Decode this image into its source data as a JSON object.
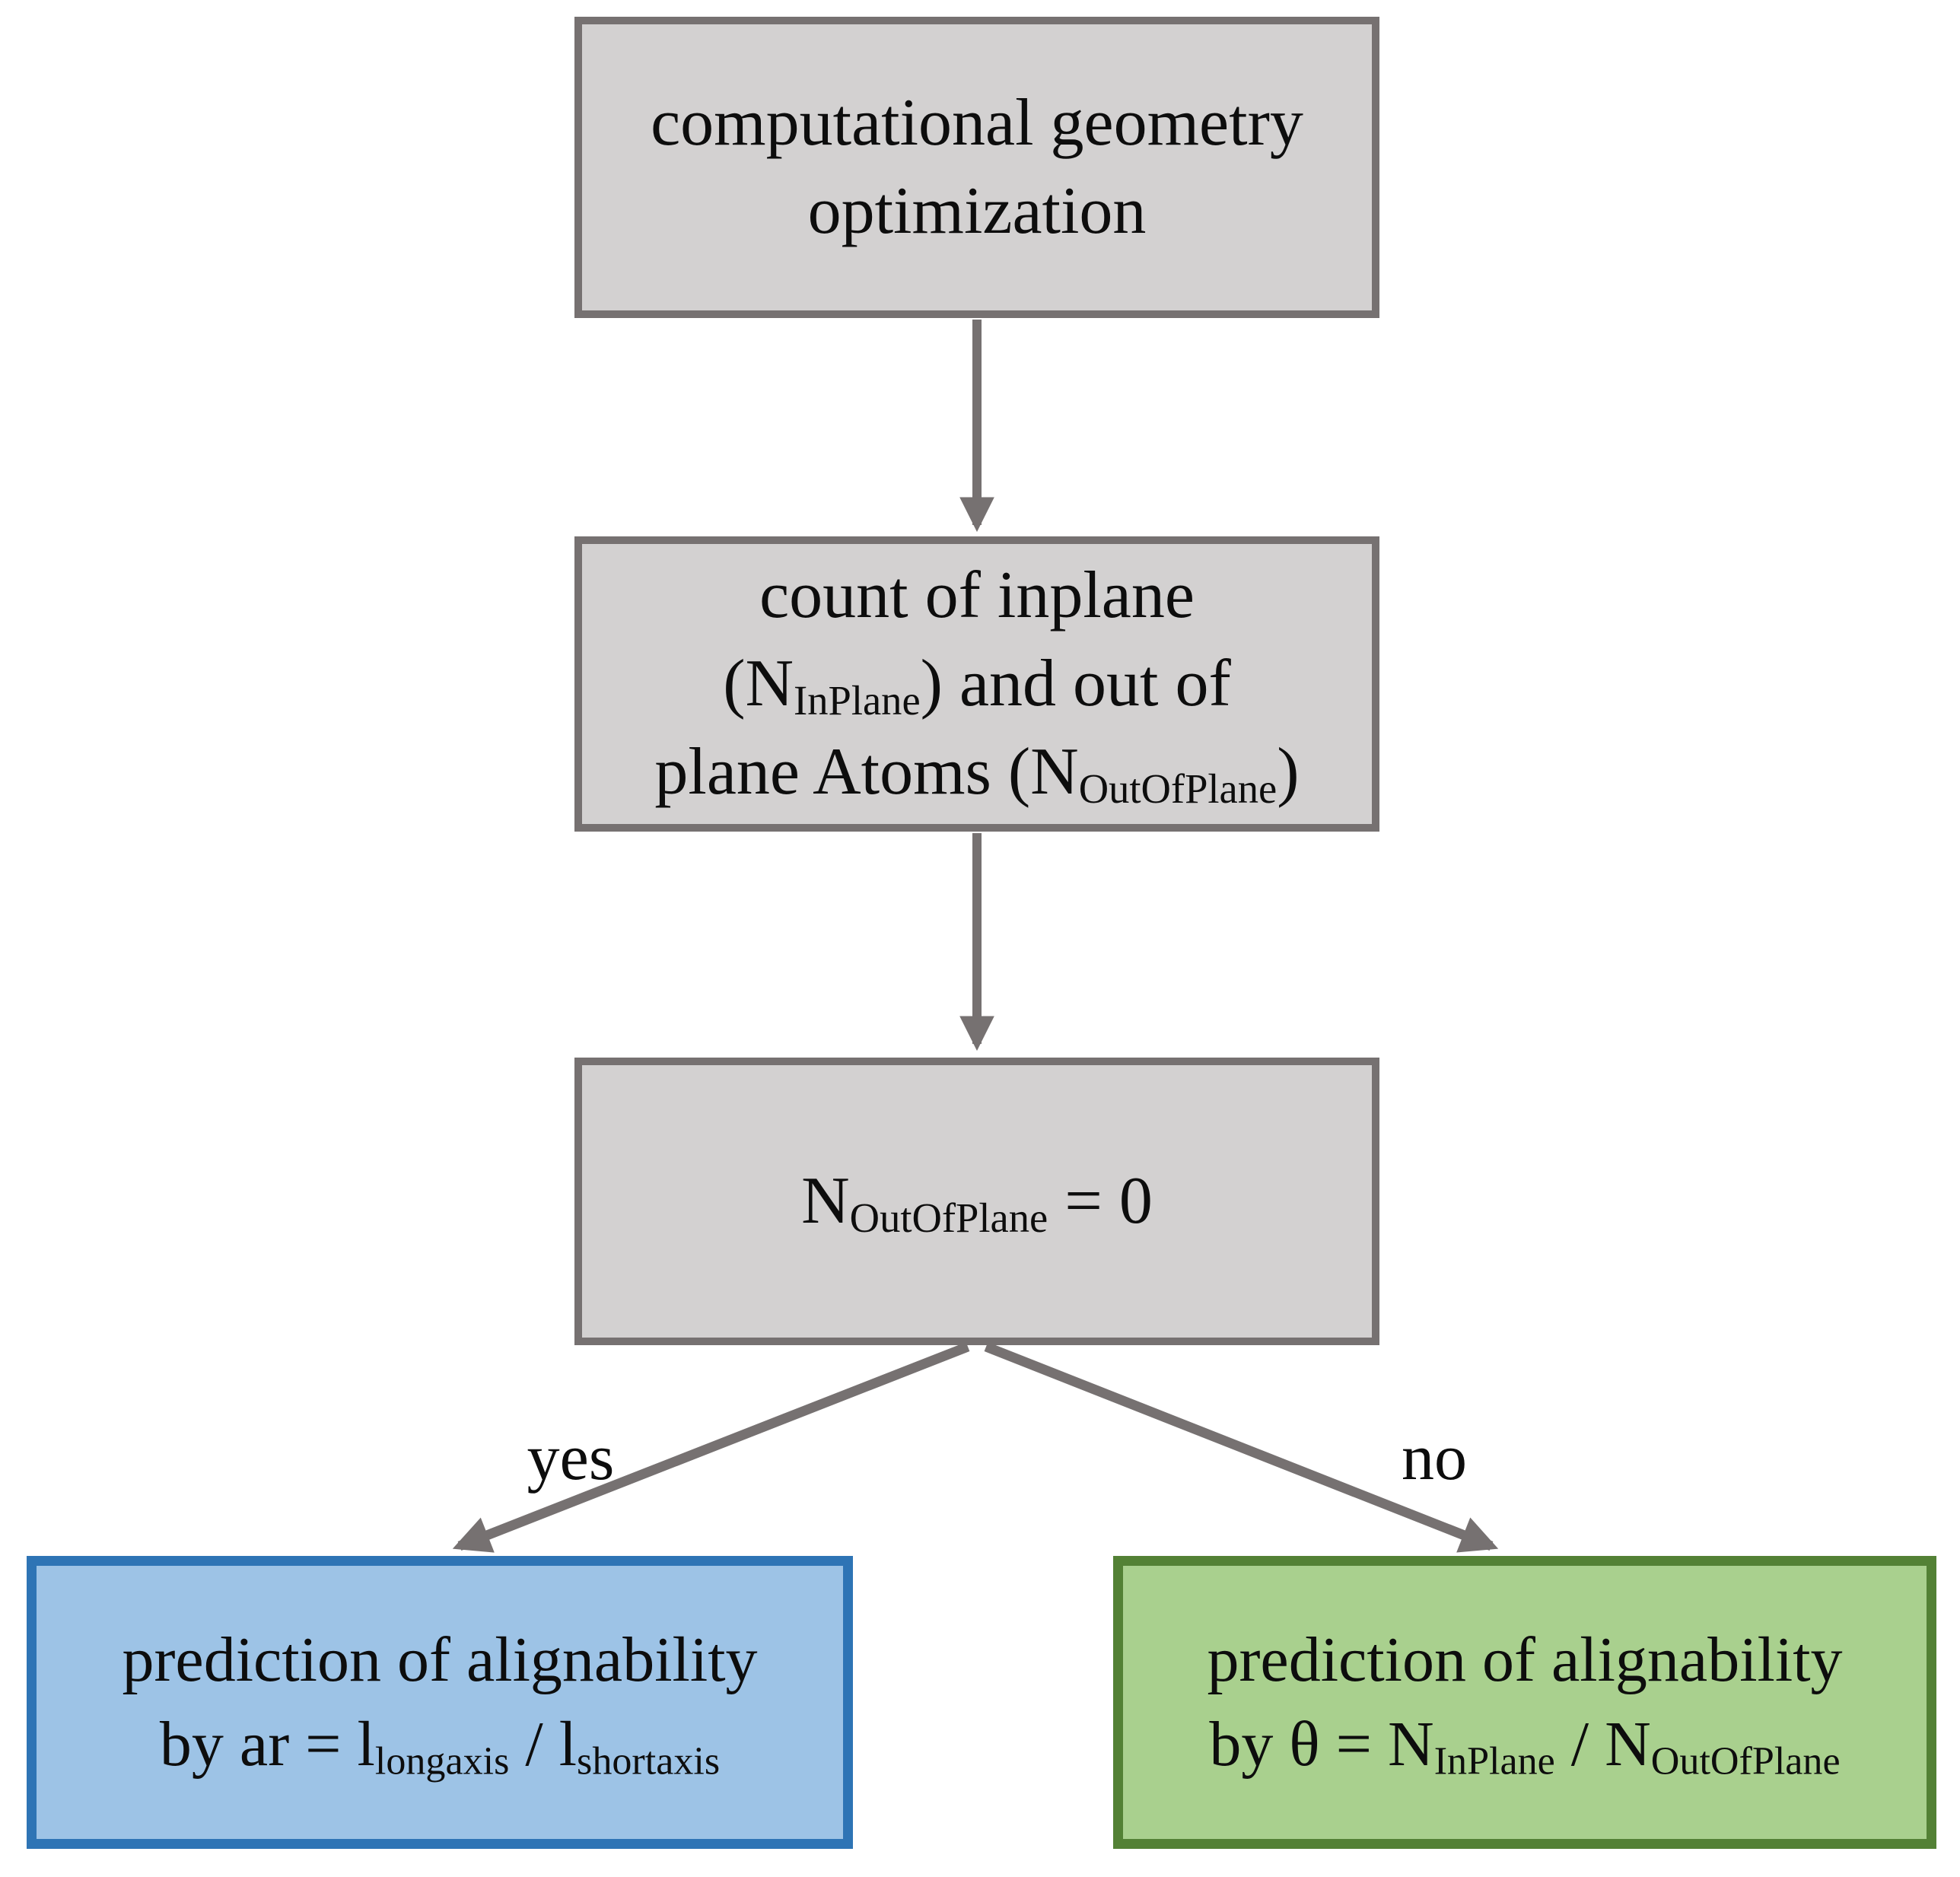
{
  "diagram": {
    "nodes": {
      "geometry": {
        "lines": [
          [
            {
              "t": "computational geometry"
            }
          ],
          [
            {
              "t": "optimization"
            }
          ]
        ]
      },
      "count": {
        "lines": [
          [
            {
              "t": "count of inplane"
            }
          ],
          [
            {
              "t": "(N"
            },
            {
              "t": "InPlane",
              "sub": true
            },
            {
              "t": ") and out of"
            }
          ],
          [
            {
              "t": "plane Atoms (N"
            },
            {
              "t": "OutOfPlane",
              "sub": true
            },
            {
              "t": ")"
            }
          ]
        ]
      },
      "decision": {
        "lines": [
          [
            {
              "t": "N"
            },
            {
              "t": "OutOfPlane",
              "sub": true
            },
            {
              "t": " = 0"
            }
          ]
        ]
      },
      "yes_result": {
        "lines": [
          [
            {
              "t": "prediction of alignability"
            }
          ],
          [
            {
              "t": "by ar = l"
            },
            {
              "t": "longaxis",
              "sub": true
            },
            {
              "t": " / l"
            },
            {
              "t": "shortaxis",
              "sub": true
            }
          ]
        ]
      },
      "no_result": {
        "lines": [
          [
            {
              "t": "prediction of alignability"
            }
          ],
          [
            {
              "t": "by θ = N"
            },
            {
              "t": "InPlane",
              "sub": true
            },
            {
              "t": " / N"
            },
            {
              "t": "OutOfPlane",
              "sub": true
            }
          ]
        ]
      }
    },
    "edge_labels": {
      "yes": "yes",
      "no": "no"
    },
    "colors": {
      "background": "#ffffff",
      "node_fill_gray": "#d3d1d1",
      "node_border_gray": "#767171",
      "node_fill_blue": "#9dc3e6",
      "node_border_blue": "#2e74b5",
      "node_fill_green": "#a9d08e",
      "node_border_green": "#538135",
      "arrow": "#767171",
      "text": "#0d0d0d"
    }
  }
}
